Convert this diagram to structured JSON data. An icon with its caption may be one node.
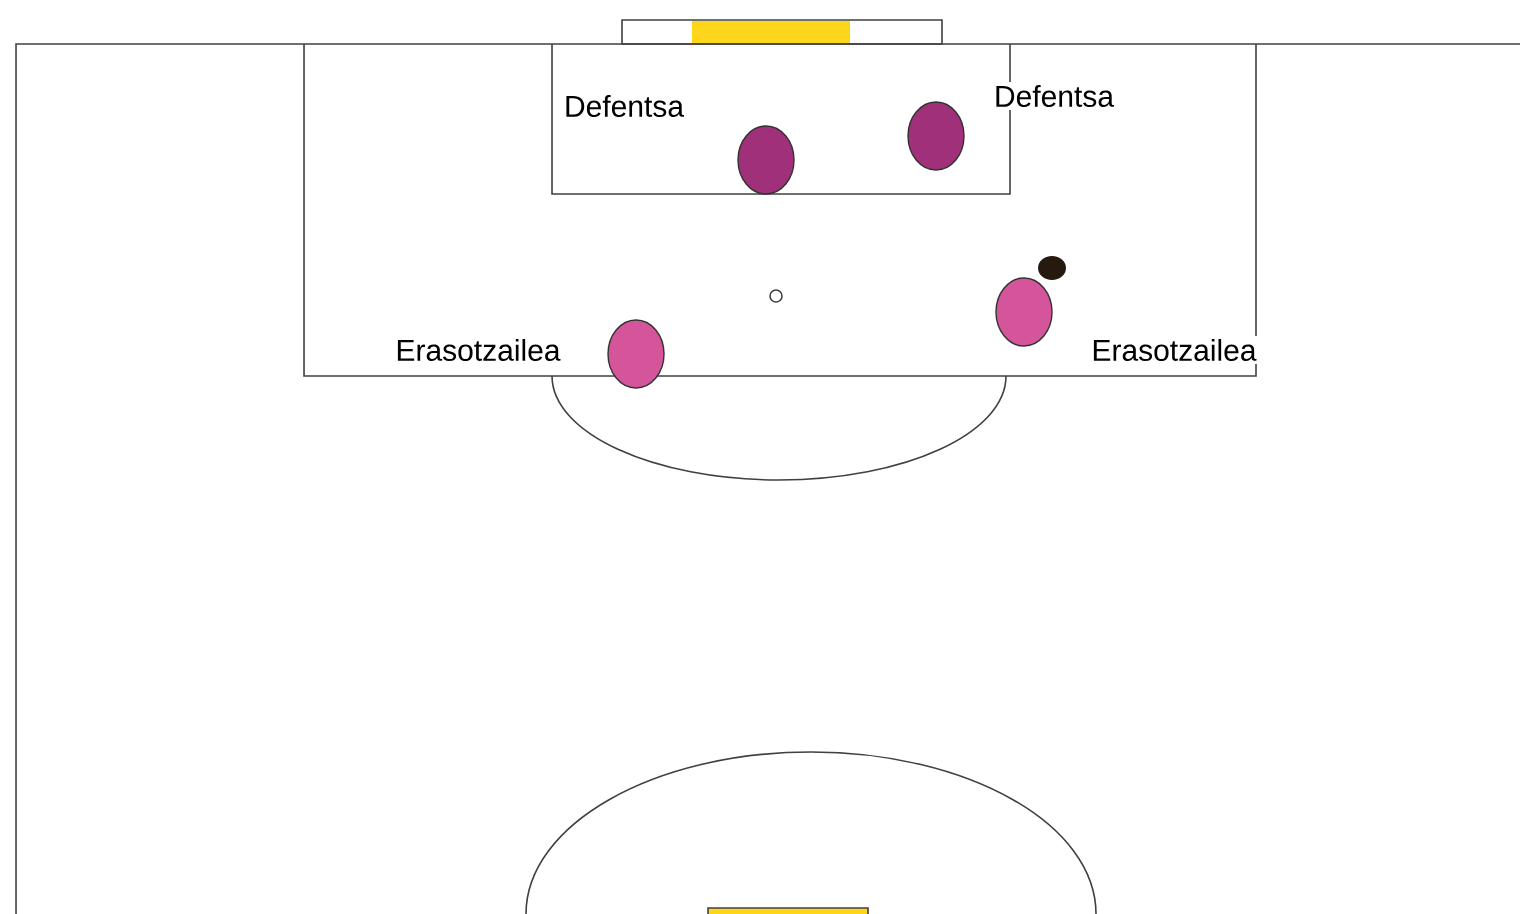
{
  "diagram": {
    "nodes": [
      {
        "text": [],
        "shape": "circle",
        "beside": [
          "Defentsa"
        ]
      },
      {
        "text": [],
        "shape": "circle",
        "beside": [
          "Defentsa"
        ]
      },
      {
        "text": [],
        "shape": "circle",
        "beside": [
          "Erasotzailea"
        ]
      },
      {
        "text": [],
        "shape": "circle",
        "beside": [
          "Erasotzailea"
        ]
      }
    ]
  }
}
